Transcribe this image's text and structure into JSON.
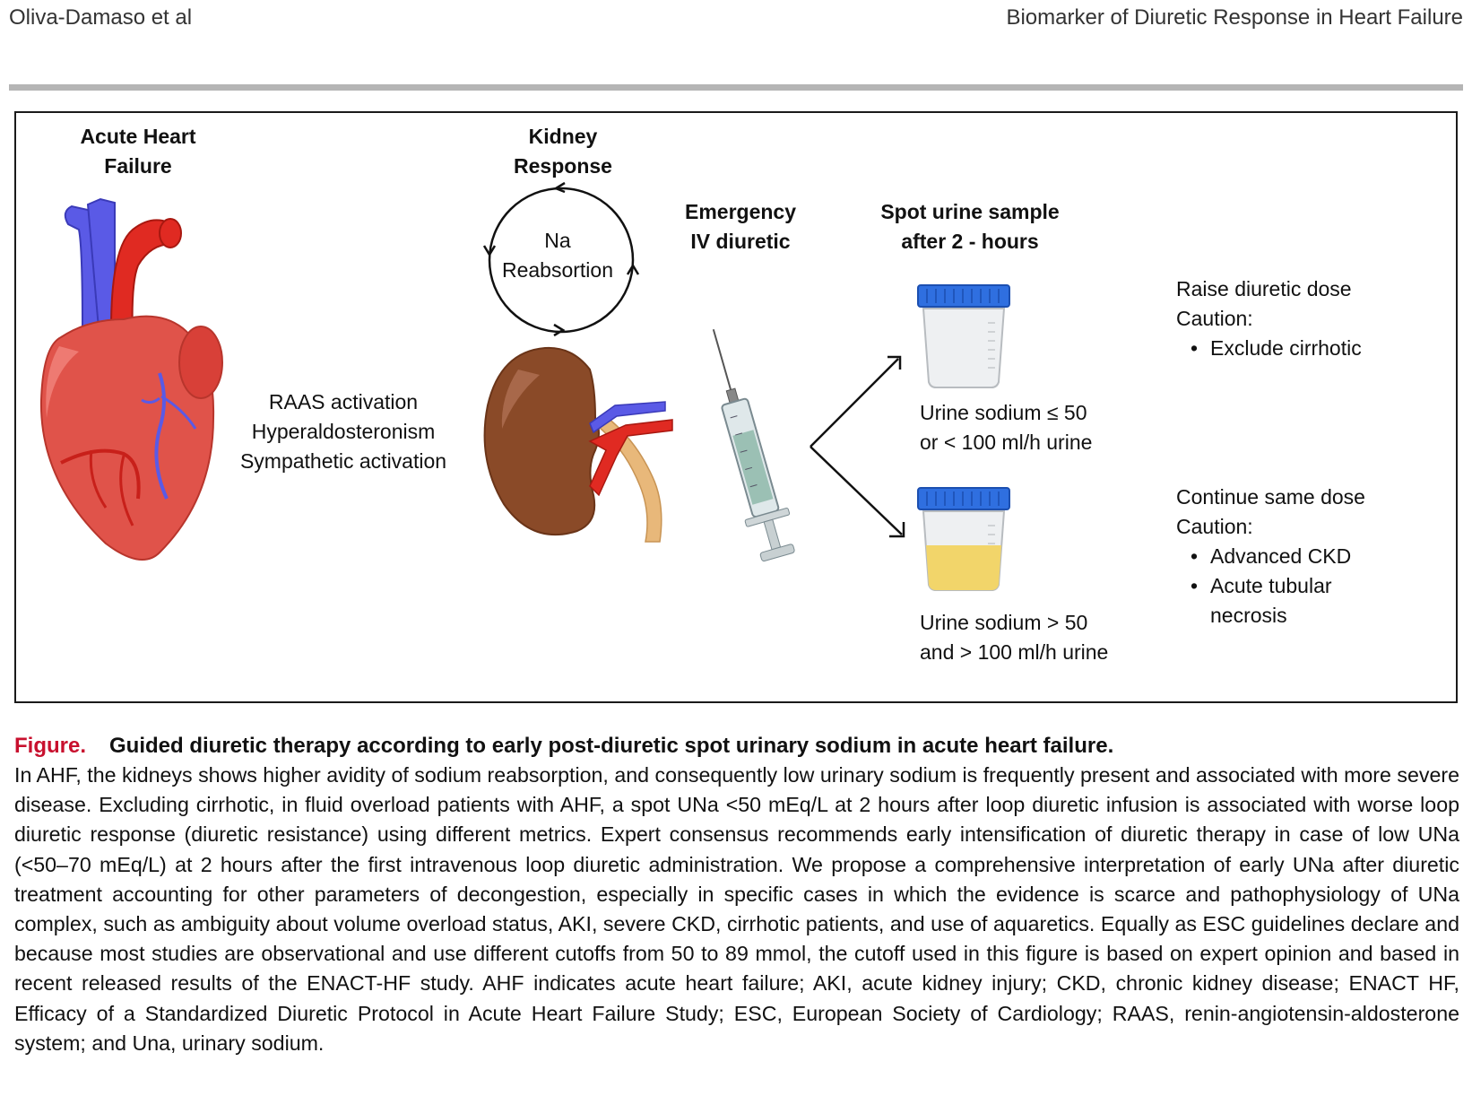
{
  "header": {
    "left": "Oliva-Damaso et al",
    "right": "Biomarker of Diuretic Response in Heart Failure"
  },
  "figure": {
    "heart_title": [
      "Acute Heart",
      "Failure"
    ],
    "activation": [
      "RAAS activation",
      "Hyperaldosteronism",
      "Sympathetic activation"
    ],
    "kidney_title": [
      "Kidney",
      "Response"
    ],
    "cycle_text": [
      "Na",
      "Reabsortion"
    ],
    "diuretic_title": [
      "Emergency",
      "IV diuretic"
    ],
    "sample_title": [
      "Spot urine sample",
      "after 2 - hours"
    ],
    "low_result": [
      "Urine sodium ≤ 50",
      "or < 100  ml/h urine"
    ],
    "high_result": [
      "Urine sodium > 50",
      "and > 100 ml/h urine"
    ],
    "action_low": {
      "title": "Raise diuretic dose",
      "caution": "Caution:",
      "items": [
        "Exclude cirrhotic"
      ]
    },
    "action_high": {
      "title": "Continue same dose",
      "caution": "Caution:",
      "items": [
        "Advanced CKD",
        "Acute tubular necrosis"
      ]
    }
  },
  "caption": {
    "label": "Figure.",
    "title": "Guided diuretic therapy according to early post-diuretic spot urinary sodium in acute heart failure.",
    "body": "In AHF, the kidneys shows higher avidity of sodium reabsorption, and consequently low urinary sodium is frequently present and associated with more severe disease. Excluding cirrhotic, in fluid overload patients with AHF, a spot UNa <50 mEq/L at 2 hours after loop diuretic infusion is associated with worse loop diuretic response (diuretic resistance) using different metrics. Expert consensus recommends early intensification of diuretic therapy in case of low UNa (<50–70 mEq/L) at 2 hours after the first intravenous loop diuretic administration. We propose a comprehensive interpretation of early UNa after diuretic treatment accounting for other parameters of decongestion, especially in specific cases in which the evidence is scarce and pathophysiology of UNa complex, such as ambiguity about volume overload status, AKI, severe CKD, cirrhotic patients, and use of aquaretics. Equally as ESC guidelines declare and because most studies are observational and use different cutoffs from 50 to 89 mmol, the cutoff used in this figure is based on expert opinion and based in recent released results of the ENACT-HF study. AHF indicates acute heart failure; AKI, acute kidney injury; CKD, chronic kidney disease; ENACT HF, Efficacy of a Standardized Diuretic Protocol in Acute Heart Failure Study; ESC, European Society of Cardiology; RAAS, renin-angiotensin-aldosterone system; and Una, urinary sodium."
  },
  "colors": {
    "heart": "#e0534a",
    "artery": "#e02a22",
    "vein": "#5a5ae6",
    "kidney": "#8a4a28",
    "ureter": "#e8b87a",
    "lid": "#2f6fe0",
    "urine": "#f2d56a",
    "caption_label": "#c8102e"
  }
}
